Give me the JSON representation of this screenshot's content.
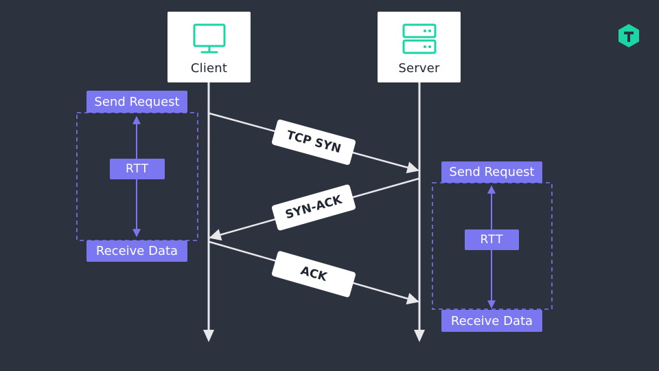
{
  "nodes": {
    "client": {
      "label": "Client",
      "icon": "monitor-icon"
    },
    "server": {
      "label": "Server",
      "icon": "server-icon"
    }
  },
  "messages": [
    {
      "label": "TCP SYN",
      "from": "Client",
      "to": "Server"
    },
    {
      "label": "SYN-ACK",
      "from": "Server",
      "to": "Client"
    },
    {
      "label": "ACK",
      "from": "Client",
      "to": "Server"
    }
  ],
  "client_rtt": {
    "start": "Send Request",
    "measure": "RTT",
    "end": "Receive Data"
  },
  "server_rtt": {
    "start": "Send Request",
    "measure": "RTT",
    "end": "Receive Data"
  },
  "colors": {
    "background": "#2c333f",
    "accent": "#7b77f0",
    "icon": "#1dd4a6",
    "line": "#e8e8ec"
  },
  "logo": {
    "icon": "brand-logo-icon"
  }
}
